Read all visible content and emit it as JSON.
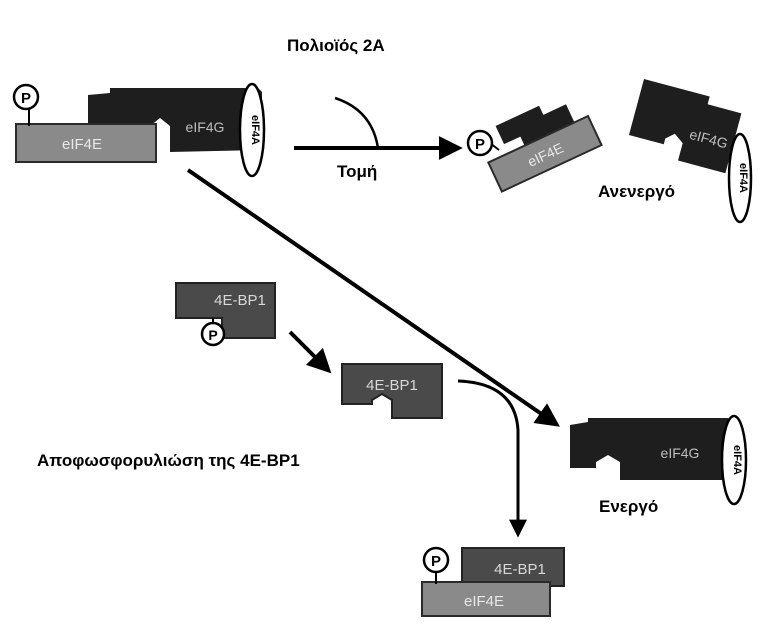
{
  "diagram": {
    "title": "Πολιοϊός 2Α",
    "labels": {
      "cleavage": "Τομή",
      "inactive": "Ανενεργό",
      "dephosphorylation": "Αποφωσφορυλιώση της 4E-BP1",
      "active": "Ενεργό"
    },
    "molecules": {
      "eif4e": "eIF4E",
      "eif4g": "eIF4G",
      "eif4a": "eIF4A",
      "bp1": "4E-BP1",
      "phospho": "P"
    }
  },
  "colors": {
    "ink": "#000000",
    "dark_block": "#1e1e1e",
    "grey_block": "#7a7a7a",
    "mid_block": "#4a4a4a",
    "light_text": "#d8d8d8",
    "background": "#ffffff"
  }
}
